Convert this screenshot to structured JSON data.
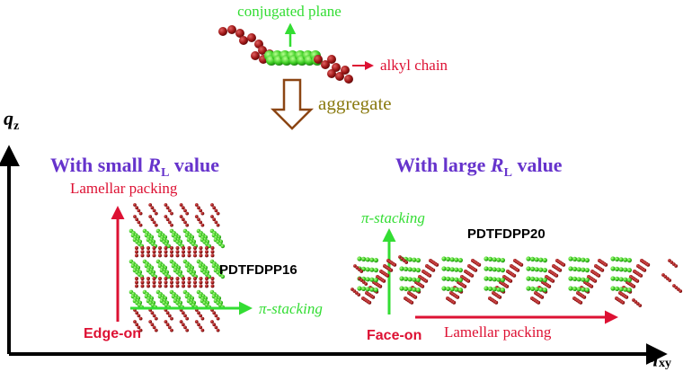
{
  "top": {
    "conjugated_plane_label": "conjugated plane",
    "alkyl_chain_label": "alkyl chain",
    "aggregate_label": "aggregate"
  },
  "axes": {
    "y_main": "q",
    "y_sub": "z",
    "x_main": "q",
    "x_sub": "xy"
  },
  "left_panel": {
    "heading_pre": "With small ",
    "heading_var": "R",
    "heading_sub": "L",
    "heading_post": " value",
    "lamellar_label": "Lamellar packing",
    "polymer_name": "PDTFDPP16",
    "pi_stacking_label": "π-stacking",
    "orientation_label": "Edge-on"
  },
  "right_panel": {
    "heading_pre": "With large ",
    "heading_var": "R",
    "heading_sub": "L",
    "heading_post": " value",
    "pi_stacking_label": "π-stacking",
    "polymer_name": "PDTFDPP20",
    "orientation_label": "Face-on",
    "lamellar_label": "Lamellar packing"
  },
  "colors": {
    "green_label": "#33dd33",
    "red_label": "#dd1133",
    "purple_heading": "#6633cc",
    "olive_label": "#8a7a10",
    "aggregate_arrow": "#8b4513",
    "alkyl_bead": "#8b1a1a",
    "conjugated_bead": "#4cd02c",
    "axis": "#000000"
  }
}
